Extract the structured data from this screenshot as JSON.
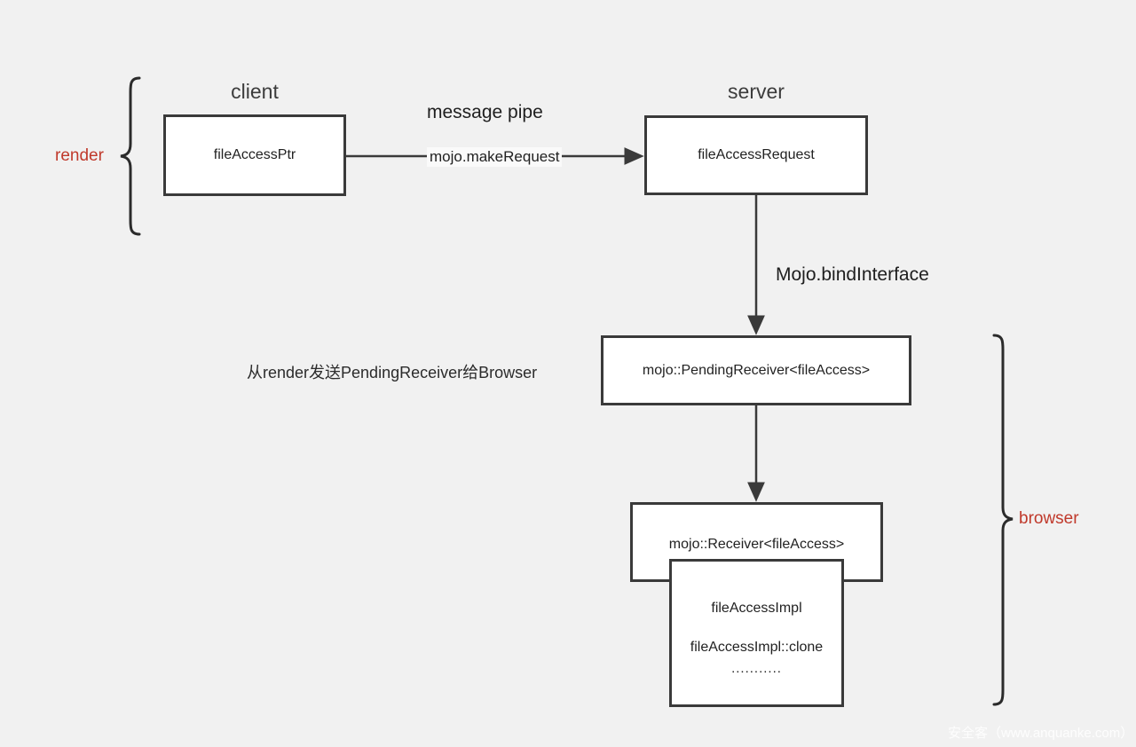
{
  "diagram": {
    "background_color": "#f1f1f1",
    "accent_color": "#c0392b",
    "stroke_color": "#3a3a3a",
    "group_titles": {
      "client": "client",
      "server": "server"
    },
    "side_labels": {
      "render": "render",
      "browser": "browser"
    },
    "nodes": {
      "file_access_ptr": "fileAccessPtr",
      "file_access_request": "fileAccessRequest",
      "pending_receiver": "mojo::PendingReceiver<fileAccess>",
      "receiver": "mojo::Receiver<fileAccess>",
      "impl_line1": "fileAccessImpl",
      "impl_line2": "fileAccessImpl::clone",
      "impl_line3": "..........."
    },
    "edges": {
      "message_pipe_title": "message pipe",
      "make_request": "mojo.makeRequest",
      "bind_interface": "Mojo.bindInterface"
    },
    "notes": {
      "send_pending_receiver": "从render发送PendingReceiver给Browser"
    },
    "watermark": "安全客（www.anquanke.com）"
  }
}
